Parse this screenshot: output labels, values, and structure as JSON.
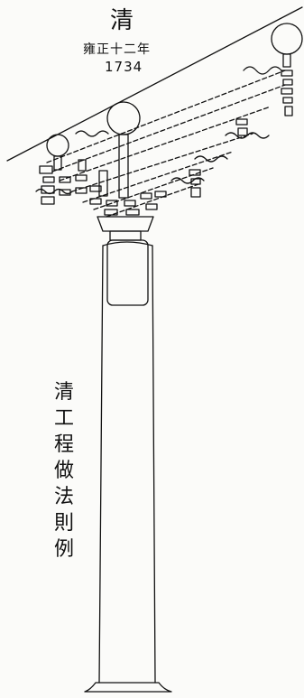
{
  "caption": {
    "dynasty": "清",
    "reign_period": "雍正十二年",
    "year": "1734",
    "source_text": "清工程做法則例"
  },
  "colors": {
    "ink": "#111111",
    "paper": "#fbfbf9"
  }
}
